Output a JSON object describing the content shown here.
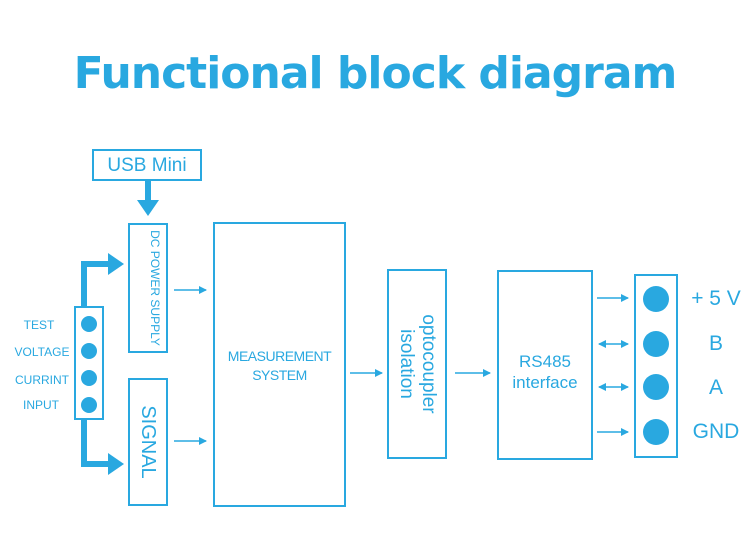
{
  "title": "Functional block diagram",
  "usb": "USB Mini",
  "dc_power": "DC POWER SUPPLY",
  "signal": "SIGNAL",
  "measurement": {
    "line1": "MEASUREMENT",
    "line2": "SYSTEM"
  },
  "opto": {
    "line1": "optocoupler",
    "line2": "isolation"
  },
  "rs485": {
    "line1": "RS485",
    "line2": "interface"
  },
  "inputs": [
    "TEST",
    "VOLTAGE",
    "CURRINT",
    "INPUT"
  ],
  "outputs": [
    "+ 5 V",
    "B",
    "A",
    "GND"
  ],
  "colors": {
    "accent": "#29a8e0"
  }
}
